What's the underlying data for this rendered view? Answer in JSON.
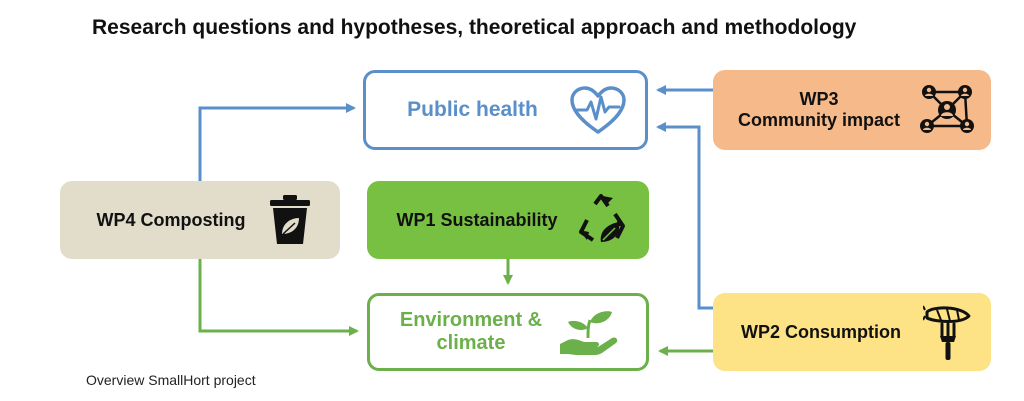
{
  "title": "Research questions and hypotheses, theoretical approach and methodology",
  "caption": "Overview SmallHort project",
  "nodes": {
    "public_health": {
      "label": "Public health",
      "icon": "heart-pulse-icon"
    },
    "environment": {
      "label": "Environment & climate",
      "icon": "plant-in-hand-icon"
    },
    "wp1": {
      "label": "WP1 Sustainability",
      "icon": "recycle-leaf-icon"
    },
    "wp2": {
      "label": "WP2 Consumption",
      "icon": "carrot-fork-icon"
    },
    "wp3": {
      "label_line1": "WP3",
      "label_line2": "Community impact",
      "icon": "network-people-icon"
    },
    "wp4": {
      "label": "WP4 Composting",
      "icon": "compost-bin-icon"
    }
  },
  "colors": {
    "blue": "#5b8fc9",
    "green": "#6bb04a",
    "wp1_fill": "#77c041",
    "wp2_fill": "#fde286",
    "wp3_fill": "#f5b98a",
    "wp4_fill": "#e2dccb"
  }
}
